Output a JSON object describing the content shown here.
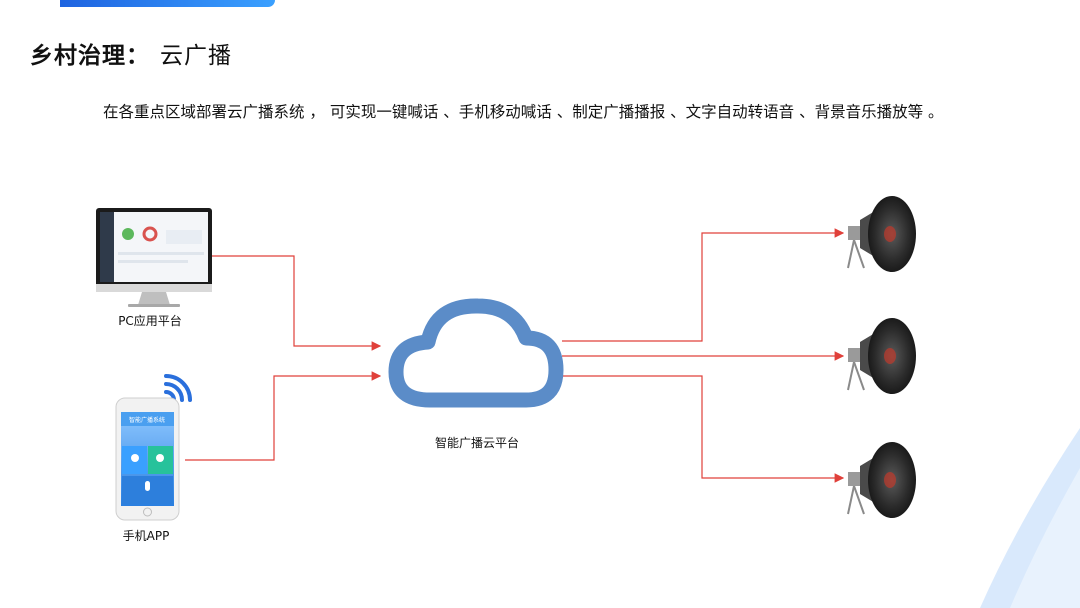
{
  "slide": {
    "title": "乡村治理：",
    "subtitle": "云广播",
    "description": "在各重点区域部署云广播系统 ， 可实现一键喊话 、手机移动喊话 、制定广播播报 、文字自动转语音 、背景音乐播放等 。"
  },
  "diagram": {
    "nodes": {
      "pc_label": "PC应用平台",
      "mobile_label": "手机APP",
      "cloud_label": "智能广播云平台",
      "phone_app_title": "智能广播系统"
    },
    "colors": {
      "connector": "#e0403a",
      "cloud": "#5b8cc8",
      "accent": "#1e63e0",
      "wifi": "#2a6fdc"
    },
    "icons": [
      "desktop-monitor-icon",
      "smartphone-icon",
      "wifi-icon",
      "cloud-icon",
      "speaker-horn-icon"
    ]
  }
}
